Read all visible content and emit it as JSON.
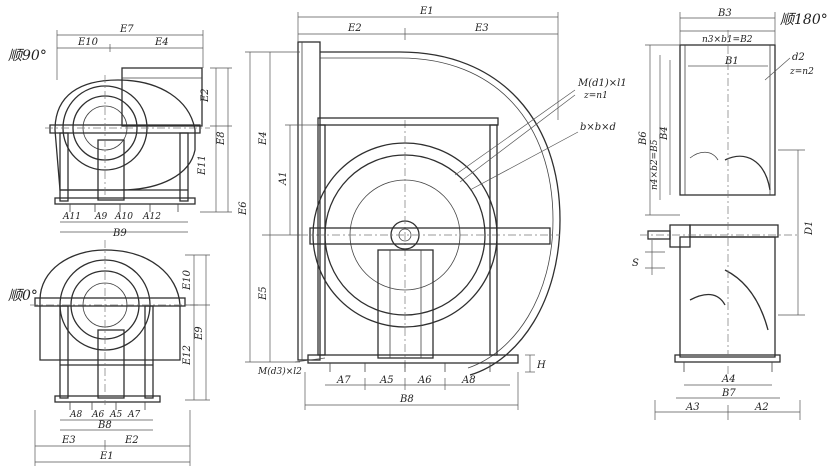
{
  "view_90": {
    "title": "顺90°",
    "top_dims": [
      "E7",
      "E10",
      "E4"
    ],
    "side_dims": [
      "E2",
      "E8",
      "E11"
    ],
    "bottom_dims": [
      "A11",
      "A9",
      "A10",
      "A12",
      "B9"
    ]
  },
  "view_0": {
    "title": "顺0°",
    "side_dims": [
      "E10",
      "E9",
      "E12"
    ],
    "bottom_dims": [
      "A8",
      "A6",
      "A5",
      "A7",
      "B8",
      "E3",
      "E2",
      "E1"
    ]
  },
  "view_main": {
    "top_dims": [
      "E1",
      "E2",
      "E3"
    ],
    "left_dims": [
      "E4",
      "A1",
      "E6",
      "E5"
    ],
    "callouts": [
      "M(d1)×l1",
      "z=n1",
      "b×b×d",
      "M(d3)×l2"
    ],
    "bottom_dims": [
      "A7",
      "A5",
      "A6",
      "A8",
      "B8",
      "H"
    ]
  },
  "view_180": {
    "title": "顺180°",
    "top_dims": [
      "B3",
      "n3×b1=B2",
      "B1"
    ],
    "callouts": [
      "d2",
      "z=n2"
    ],
    "left_dims": [
      "B6",
      "n4×b2=B5",
      "B4",
      "S"
    ],
    "right_dims": [
      "D1"
    ],
    "bottom_dims": [
      "A4",
      "B7",
      "A3",
      "A2"
    ]
  }
}
